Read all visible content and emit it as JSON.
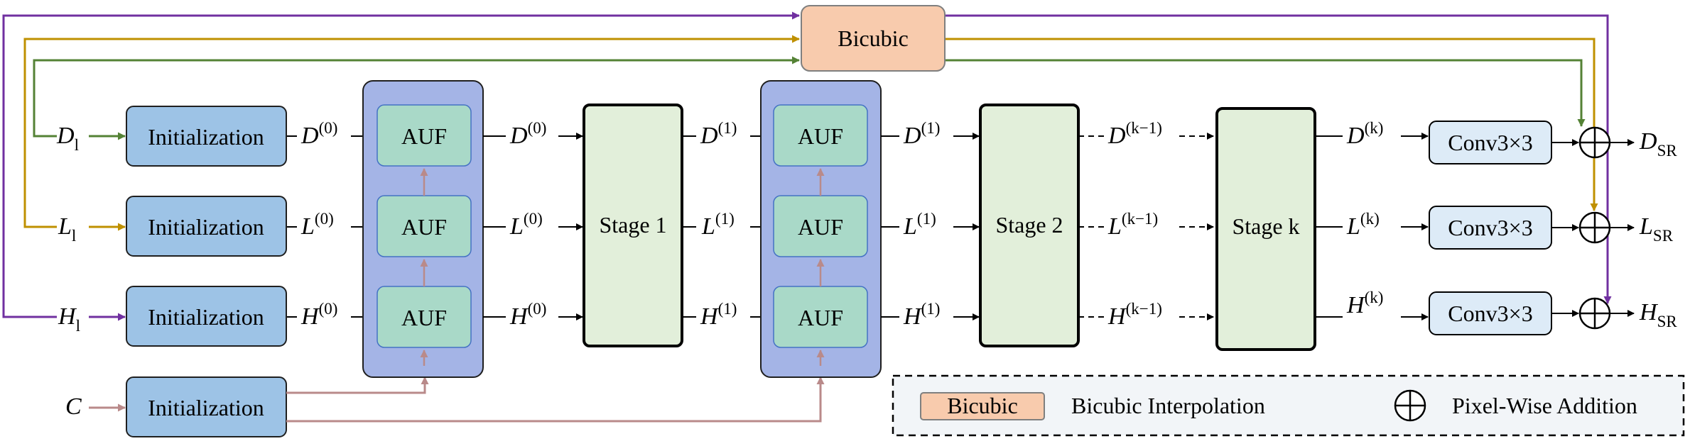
{
  "colors": {
    "purple": "#7030A0",
    "gold": "#BF9000",
    "green": "#548235",
    "rose": "#B98A8A",
    "black": "#000000",
    "init_fill": "#9DC3E6",
    "auf_group_fill": "#A4B4E6",
    "auf_fill": "#A9D9C8",
    "stage_fill": "#E2EFDA",
    "conv_fill": "#DDEBF7",
    "bicubic_fill": "#F8CBAD",
    "legend_fill": "#F2F5F8"
  },
  "inputs": [
    {
      "base": "D",
      "sub": "l"
    },
    {
      "base": "L",
      "sub": "l"
    },
    {
      "base": "H",
      "sub": "l"
    },
    {
      "base": "C",
      "sub": ""
    }
  ],
  "initialization_label": "Initialization",
  "auf_label": "AUF",
  "bicubic_label": "Bicubic",
  "stages": [
    "Stage 1",
    "Stage 2",
    "Stage k"
  ],
  "features": {
    "init_out": [
      {
        "base": "D",
        "sup": "(0)"
      },
      {
        "base": "L",
        "sup": "(0)"
      },
      {
        "base": "H",
        "sup": "(0)"
      }
    ],
    "auf1_out": [
      {
        "base": "D",
        "sup": "(0)"
      },
      {
        "base": "L",
        "sup": "(0)"
      },
      {
        "base": "H",
        "sup": "(0)"
      }
    ],
    "stage1_out": [
      {
        "base": "D",
        "sup": "(1)"
      },
      {
        "base": "L",
        "sup": "(1)"
      },
      {
        "base": "H",
        "sup": "(1)"
      }
    ],
    "auf2_out": [
      {
        "base": "D",
        "sup": "(1)"
      },
      {
        "base": "L",
        "sup": "(1)"
      },
      {
        "base": "H",
        "sup": "(1)"
      }
    ],
    "stage2_out": [
      {
        "base": "D",
        "sup": "(k−1)"
      },
      {
        "base": "L",
        "sup": "(k−1)"
      },
      {
        "base": "H",
        "sup": "(k−1)"
      }
    ],
    "stagek_out": [
      {
        "base": "D",
        "sup": "(k)"
      },
      {
        "base": "L",
        "sup": "(k)"
      },
      {
        "base": "H",
        "sup": "(k)"
      }
    ]
  },
  "conv_label": "Conv3×3",
  "outputs": [
    {
      "base": "D",
      "sub": "SR"
    },
    {
      "base": "L",
      "sub": "SR"
    },
    {
      "base": "H",
      "sub": "SR"
    }
  ],
  "legend": {
    "bicubic_chip": "Bicubic",
    "bicubic_desc": "Bicubic Interpolation",
    "add_desc": "Pixel-Wise Addition"
  }
}
